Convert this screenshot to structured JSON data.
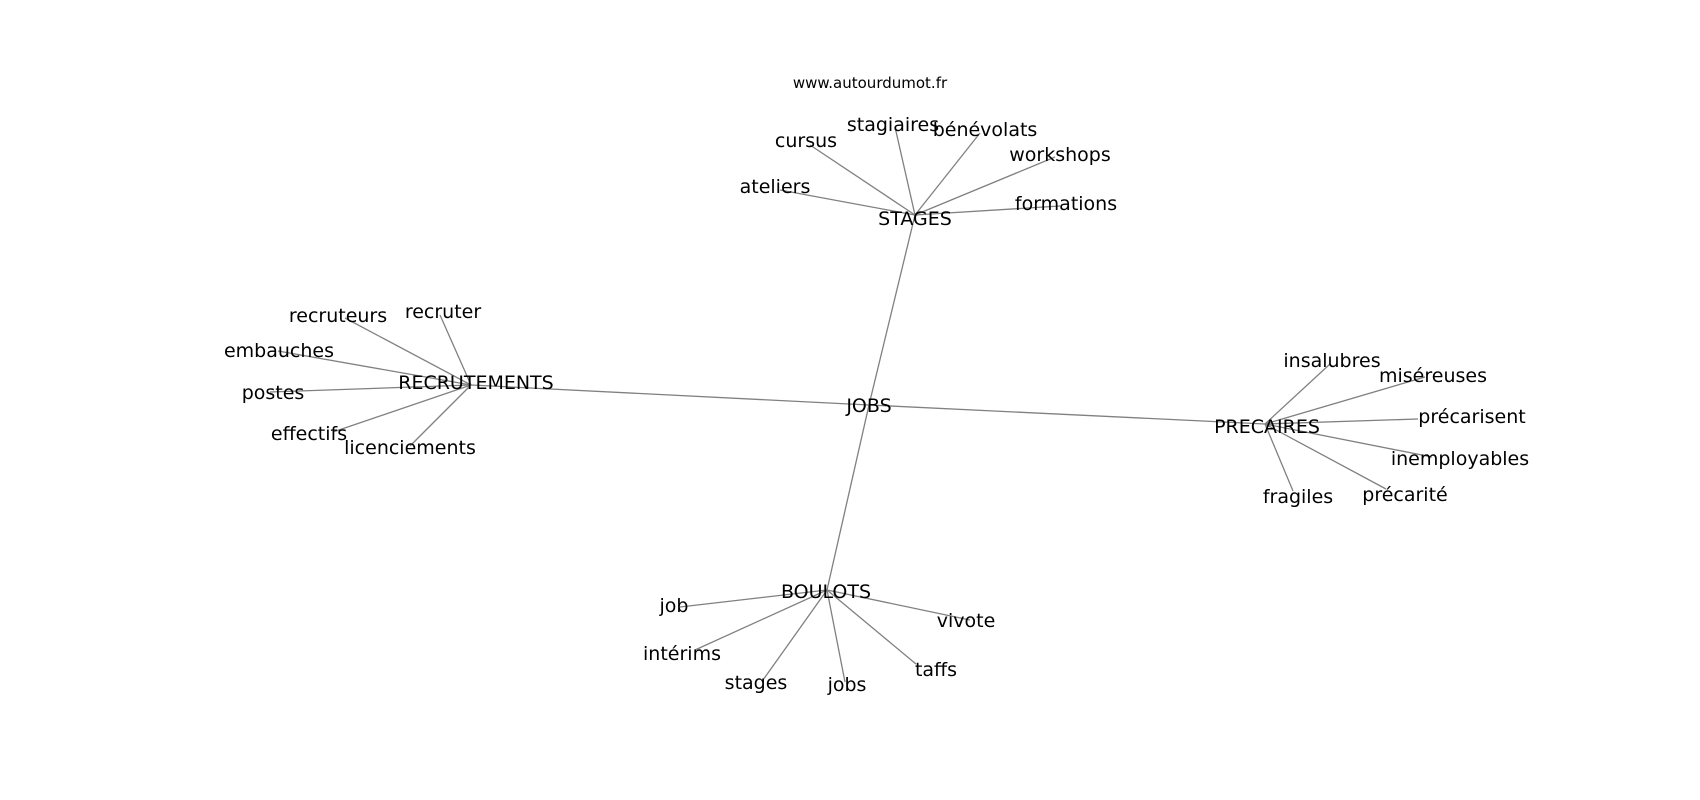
{
  "source_credit": "www.autourdumot.fr",
  "center": {
    "label": "JOBS"
  },
  "clusters": [
    {
      "hub": "STAGES",
      "words": [
        "ateliers",
        "cursus",
        "stagiaires",
        "bénévolats",
        "workshops",
        "formations"
      ]
    },
    {
      "hub": "RECRUTEMENTS",
      "words": [
        "recruteurs",
        "recruter",
        "embauches",
        "postes",
        "effectifs",
        "licenciements"
      ]
    },
    {
      "hub": "PRECAIRES",
      "words": [
        "insalubres",
        "miséreuses",
        "précarisent",
        "inemployables",
        "précarité",
        "fragiles"
      ]
    },
    {
      "hub": "BOULOTS",
      "words": [
        "job",
        "intérims",
        "stages",
        "jobs",
        "taffs",
        "vivote"
      ]
    }
  ],
  "colors": {
    "edge": "#808080",
    "text": "#000000",
    "background": "#ffffff"
  }
}
